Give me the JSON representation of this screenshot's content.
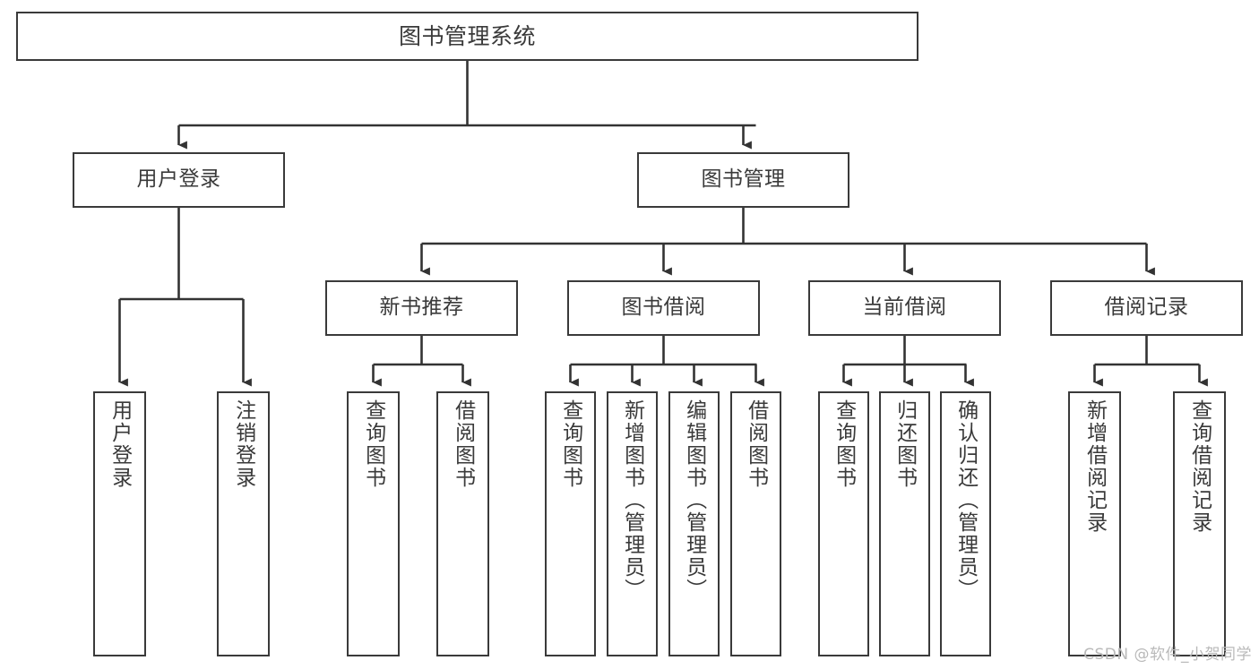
{
  "diagram": {
    "type": "tree-hierarchy",
    "title": "图书管理系统",
    "watermark": "CSDN @软件_小贺同学",
    "colors": {
      "box_border": "#3a3a3a",
      "box_fill": "#ffffff",
      "connector": "#333333",
      "text": "#3a3a3a",
      "watermark": "#b9b9b9",
      "background": "#ffffff"
    },
    "root": {
      "label": "图书管理系统"
    },
    "branches": [
      {
        "id": "user-login",
        "label": "用户登录"
      },
      {
        "id": "book-manage",
        "label": "图书管理"
      }
    ],
    "sections": [
      {
        "id": "new-book-rec",
        "label": "新书推荐"
      },
      {
        "id": "book-borrow",
        "label": "图书借阅"
      },
      {
        "id": "current-borrow",
        "label": "当前借阅"
      },
      {
        "id": "borrow-record",
        "label": "借阅记录"
      }
    ],
    "leaves": {
      "user_login": [
        {
          "id": "leaf-user-login",
          "label": "用户登录"
        },
        {
          "id": "leaf-logout",
          "label": "注销登录"
        }
      ],
      "new_book_rec": [
        {
          "id": "leaf-query-book-1",
          "label": "查询图书"
        },
        {
          "id": "leaf-borrow-book-1",
          "label": "借阅图书"
        }
      ],
      "book_borrow": [
        {
          "id": "leaf-query-book-2",
          "label": "查询图书"
        },
        {
          "id": "leaf-add-book",
          "label": "新增图书（管理员）"
        },
        {
          "id": "leaf-edit-book",
          "label": "编辑图书（管理员）"
        },
        {
          "id": "leaf-borrow-book-2",
          "label": "借阅图书"
        }
      ],
      "current_borrow": [
        {
          "id": "leaf-query-book-3",
          "label": "查询图书"
        },
        {
          "id": "leaf-return-book",
          "label": "归还图书"
        },
        {
          "id": "leaf-confirm-return",
          "label": "确认归还（管理员）"
        }
      ],
      "borrow_record": [
        {
          "id": "leaf-add-record",
          "label": "新增借阅记录"
        },
        {
          "id": "leaf-query-record",
          "label": "查询借阅记录"
        }
      ]
    }
  }
}
